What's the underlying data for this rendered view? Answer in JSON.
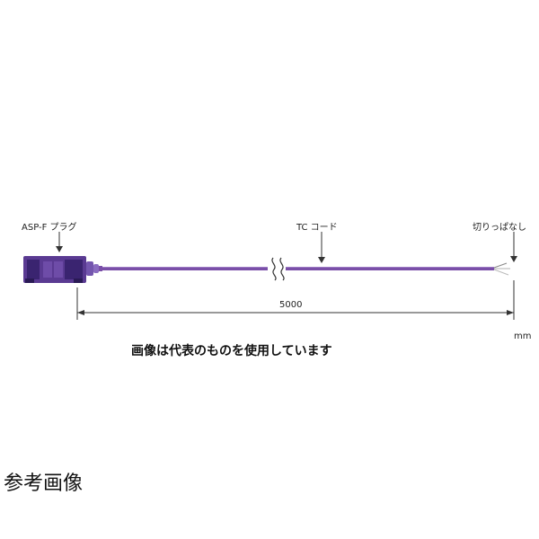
{
  "diagram": {
    "labels": {
      "plug": "ASP-F プラグ",
      "cord": "TC コード",
      "end": "切りっぱなし"
    },
    "dimension": "5000",
    "unit": "mm",
    "notice": "画像は代表のものを使用しています",
    "colors": {
      "cord": "#7a4fa8",
      "plug_body": "#5a3a92",
      "plug_dark": "#3a2470",
      "arrow": "#333333"
    }
  },
  "footer": {
    "caption": "参考画像"
  }
}
